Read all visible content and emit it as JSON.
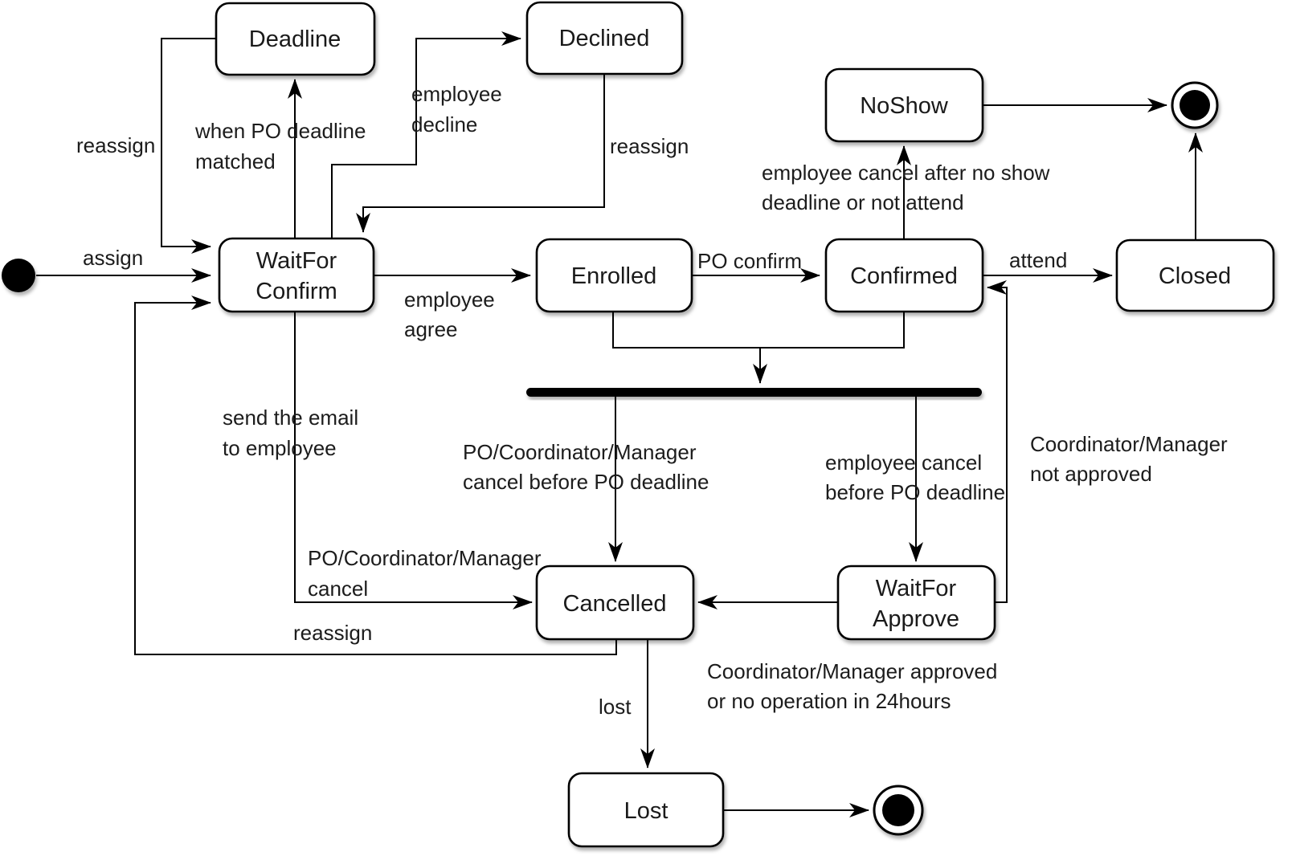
{
  "diagram": {
    "type": "uml-state-machine",
    "colors": {
      "background": "#ffffff",
      "state_fill": "#ffffff",
      "stroke": "#000000",
      "text": "#1a1a1a"
    },
    "states": {
      "deadline": {
        "label": "Deadline"
      },
      "declined": {
        "label": "Declined"
      },
      "noshow": {
        "label": "NoShow"
      },
      "wait_for_confirm": {
        "line1": "WaitFor",
        "line2": "Confirm"
      },
      "enrolled": {
        "label": "Enrolled"
      },
      "confirmed": {
        "label": "Confirmed"
      },
      "closed": {
        "label": "Closed"
      },
      "cancelled": {
        "label": "Cancelled"
      },
      "wait_for_approve": {
        "line1": "WaitFor",
        "line2": "Approve"
      },
      "lost": {
        "label": "Lost"
      }
    },
    "transitions": {
      "assign": {
        "label": "assign"
      },
      "deadline_reassign": {
        "label": "reassign"
      },
      "when_po_deadline": {
        "line1": "when PO deadline",
        "line2": "matched"
      },
      "employee_decline": {
        "line1": "employee",
        "line2": "decline"
      },
      "declined_reassign": {
        "label": "reassign"
      },
      "employee_agree": {
        "line1": "employee",
        "line2": "agree"
      },
      "po_confirm": {
        "label": "PO confirm"
      },
      "attend": {
        "label": "attend"
      },
      "employee_cancel_no_show": {
        "line1": "employee cancel after no show",
        "line2": "deadline or not attend"
      },
      "send_email": {
        "line1": "send the email",
        "line2": "to employee"
      },
      "pcm_cancel_before_deadline": {
        "line1": "PO/Coordinator/Manager",
        "line2": "cancel before PO deadline"
      },
      "employee_cancel_before_deadline": {
        "line1": "employee cancel",
        "line2": "before PO deadline"
      },
      "cm_not_approved": {
        "line1": "Coordinator/Manager",
        "line2": "not approved"
      },
      "pcm_cancel": {
        "line1": "PO/Coordinator/Manager",
        "line2": "cancel"
      },
      "cancelled_reassign": {
        "label": "reassign"
      },
      "cm_approved": {
        "line1": "Coordinator/Manager approved",
        "line2": "or no operation in 24hours"
      },
      "lost": {
        "label": "lost"
      }
    }
  }
}
